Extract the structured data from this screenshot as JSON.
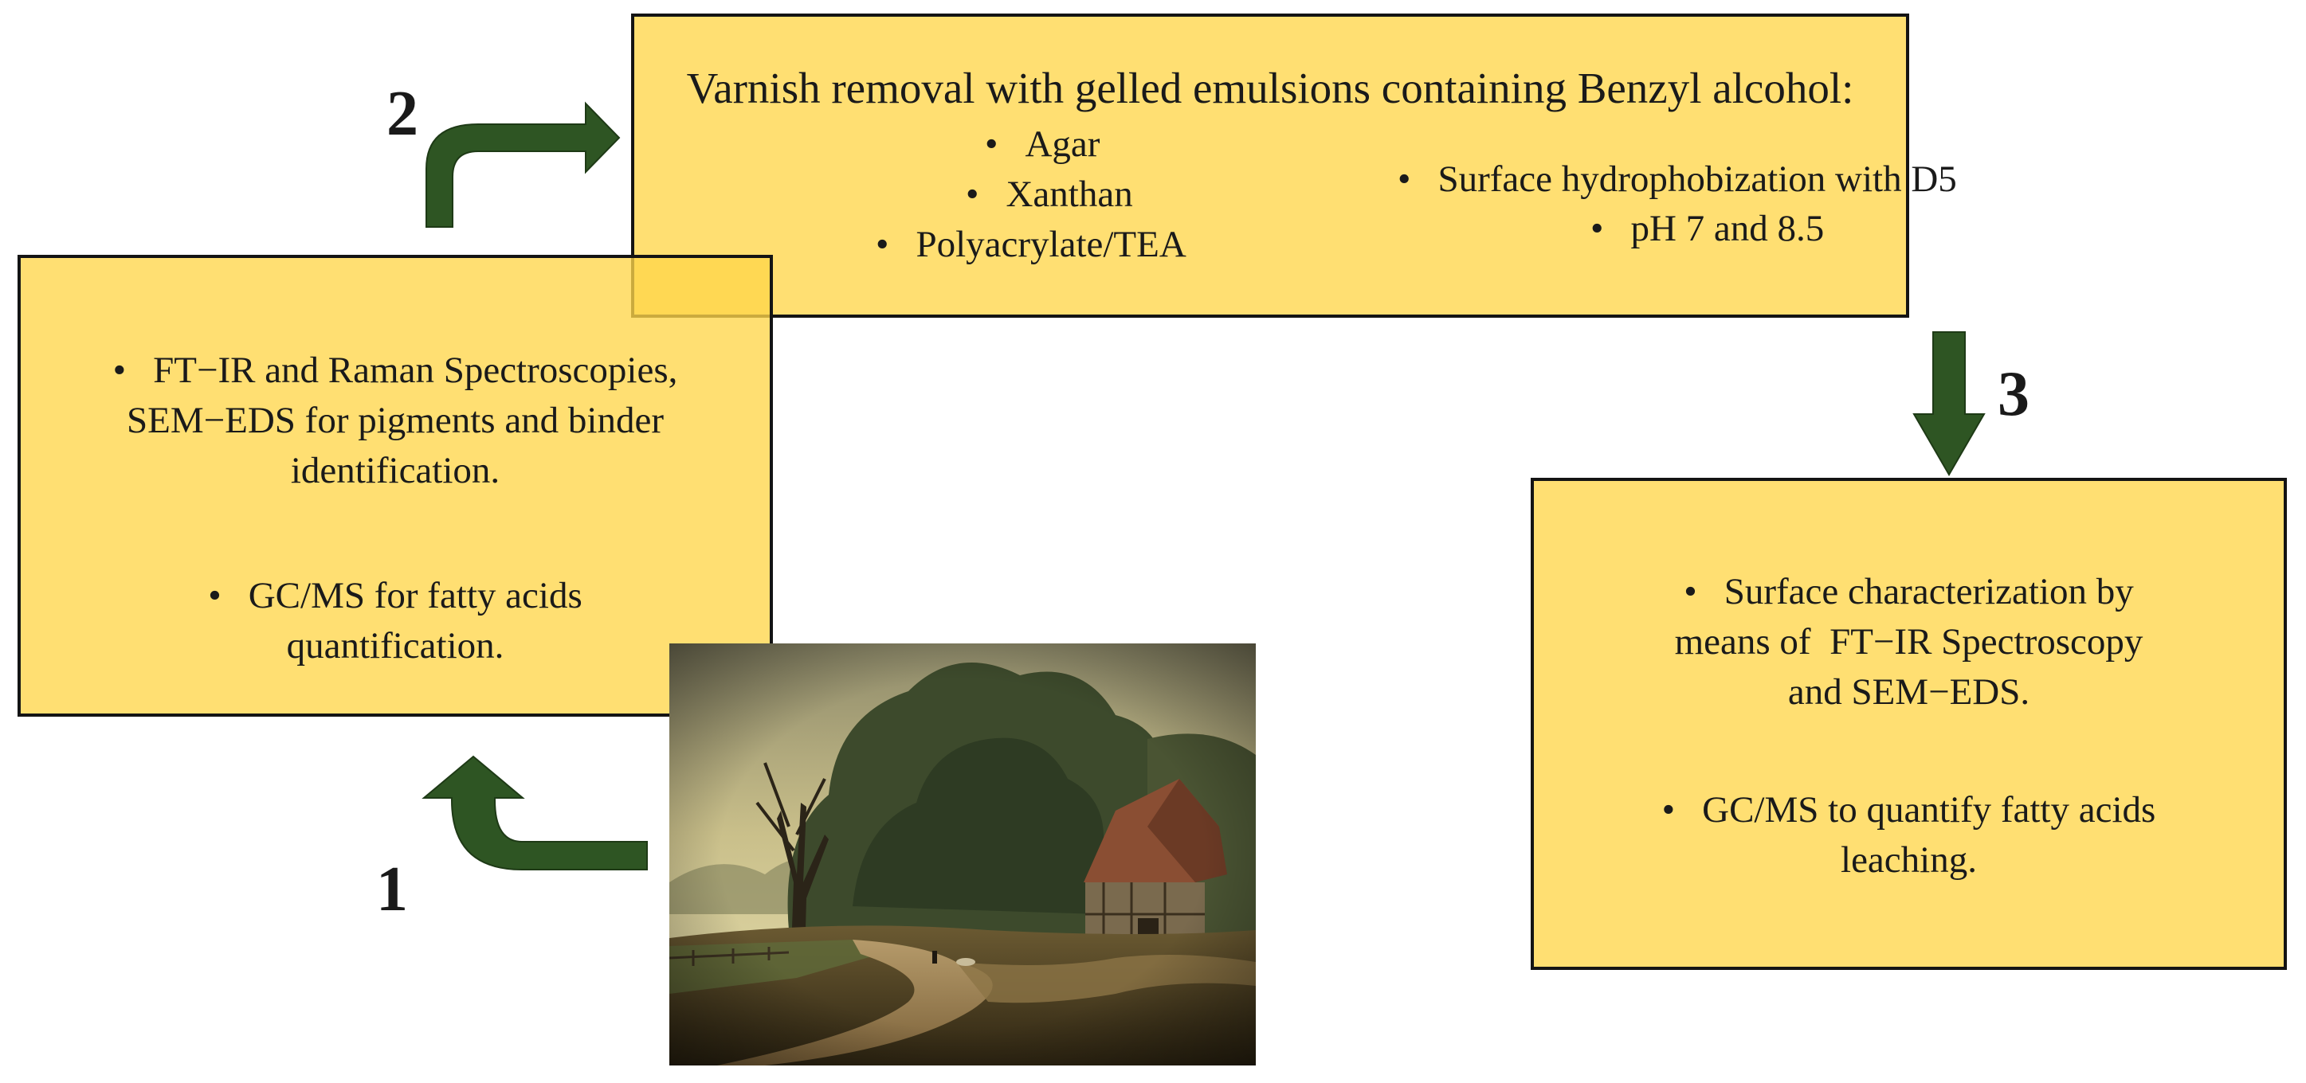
{
  "steps": {
    "one": "1",
    "two": "2",
    "three": "3"
  },
  "top_box": {
    "title": "Varnish removal with gelled emulsions containing Benzyl alcohol:",
    "gels": [
      "Agar",
      "Xanthan",
      "Polyacrylate/TEA"
    ],
    "conditions": [
      "Surface hydrophobization with D5",
      "pH 7 and 8.5"
    ]
  },
  "left_box": {
    "bullet_1": [
      "FT−IR and Raman Spectroscopies,",
      "SEM−EDS for pigments and binder",
      "identification."
    ],
    "bullet_2": [
      "GC/MS for fatty acids",
      "quantification."
    ]
  },
  "right_box": {
    "bullet_1": [
      "Surface characterization by",
      "means of  FT−IR Spectroscopy",
      "and SEM−EDS."
    ],
    "bullet_2": [
      "GC/MS to quantify fatty acids",
      "leaching."
    ]
  },
  "bullet_symbol": "•",
  "colors": {
    "box_fill": "#FFD64A",
    "arrow": "#2E5523",
    "border": "#141414"
  }
}
